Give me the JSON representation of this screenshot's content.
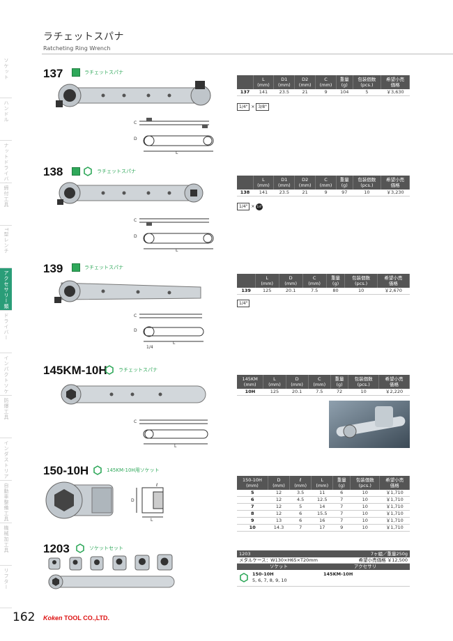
{
  "header": {
    "title_jp": "ラチェットスパナ",
    "title_en": "Ratcheting Ring Wrench"
  },
  "sidebar": {
    "tabs": [
      {
        "label": "ソケット"
      },
      {
        "label": "ハンドル"
      },
      {
        "label": "ナットドライバー"
      },
      {
        "label": "締付工具"
      },
      {
        "label": "T型レンチ"
      },
      {
        "label": "アクセサリー類",
        "active": true
      },
      {
        "label": "ドライバー"
      },
      {
        "label": "インパクトソケット"
      },
      {
        "label": "防爆工具"
      },
      {
        "label": "インダストリアル・プロフェッショナル"
      },
      {
        "label": "自動車整備工具"
      },
      {
        "label": "機械加工具"
      },
      {
        "label": "リフター"
      }
    ]
  },
  "colors": {
    "accent": "#2a9d78",
    "badge": "#2fa85a",
    "table_head": "#555555",
    "brand": "#dd1111"
  },
  "sections": {
    "s137": {
      "model": "137",
      "label": "ラチェットスパナ",
      "headers": [
        "",
        "L\n(mm)",
        "D1\n(mm)",
        "D2\n(mm)",
        "C\n(mm)",
        "重量\n(g)",
        "包装個数\n(pcs.)",
        "希望小売\n価格"
      ],
      "row": [
        "137",
        "141",
        "23.5",
        "21",
        "9",
        "104",
        "5",
        "￥3,630"
      ],
      "chips": [
        "1/4\"",
        "×",
        "3/8\""
      ]
    },
    "s138": {
      "model": "138",
      "label": "ラチェットスパナ",
      "headers": [
        "",
        "L\n(mm)",
        "D1\n(mm)",
        "D2\n(mm)",
        "C\n(mm)",
        "重量\n(g)",
        "包装個数\n(pcs.)",
        "希望小売\n価格"
      ],
      "row": [
        "138",
        "141",
        "23.5",
        "21",
        "9",
        "97",
        "10",
        "￥3,230"
      ],
      "chips": [
        "1/4\"",
        "×",
        "1/4\""
      ]
    },
    "s139": {
      "model": "139",
      "label": "ラチェットスパナ",
      "headers": [
        "",
        "L\n(mm)",
        "D\n(mm)",
        "C\n(mm)",
        "重量\n(g)",
        "包装個数\n(pcs.)",
        "希望小売\n価格"
      ],
      "row": [
        "139",
        "125",
        "20.1",
        "7.5",
        "80",
        "10",
        "￥2,670"
      ],
      "chips": [
        "1/4\""
      ]
    },
    "s145": {
      "model": "145KM-10H",
      "label": "ラチェットスパナ",
      "headers": [
        "145KM\n(mm)",
        "L\n(mm)",
        "D\n(mm)",
        "C\n(mm)",
        "重量\n(g)",
        "包装個数\n(pcs.)",
        "希望小売\n価格"
      ],
      "row": [
        "10H",
        "125",
        "20.1",
        "7.5",
        "72",
        "10",
        "￥2,220"
      ]
    },
    "s150": {
      "model": "150-10H",
      "label": "145KM-10H用ソケット",
      "headers": [
        "150-10H\n(mm)",
        "D\n(mm)",
        "ℓ\n(mm)",
        "L\n(mm)",
        "重量\n(g)",
        "包装個数\n(pcs.)",
        "希望小売\n価格"
      ],
      "rows": [
        [
          "5",
          "12",
          "3.5",
          "11",
          "6",
          "10",
          "￥1,710"
        ],
        [
          "6",
          "12",
          "4.5",
          "12.5",
          "7",
          "10",
          "￥1,710"
        ],
        [
          "7",
          "12",
          "5",
          "14",
          "7",
          "10",
          "￥1,710"
        ],
        [
          "8",
          "12",
          "6",
          "15.5",
          "7",
          "10",
          "￥1,710"
        ],
        [
          "9",
          "13",
          "6",
          "16",
          "7",
          "10",
          "￥1,710"
        ],
        [
          "10",
          "14.3",
          "7",
          "17",
          "9",
          "10",
          "￥1,710"
        ]
      ]
    },
    "s1203": {
      "model": "1203",
      "label": "ソケットセット",
      "set_code": "1203",
      "set_count": "7ヶ組／重量250g",
      "case": "メタルケース：W130×H65×T20mm",
      "price_label": "希望小売価格",
      "price": "￥12,500",
      "col_socket": "ソケット",
      "col_acc": "アクセサリ",
      "socket_model": "150-10H",
      "socket_sizes": "5, 6, 7, 8, 9, 10",
      "acc_model": "145KM-10H"
    }
  },
  "footer": {
    "page": "162",
    "logo_main": "Koken",
    "logo_rest": "TOOL CO.,LTD."
  }
}
